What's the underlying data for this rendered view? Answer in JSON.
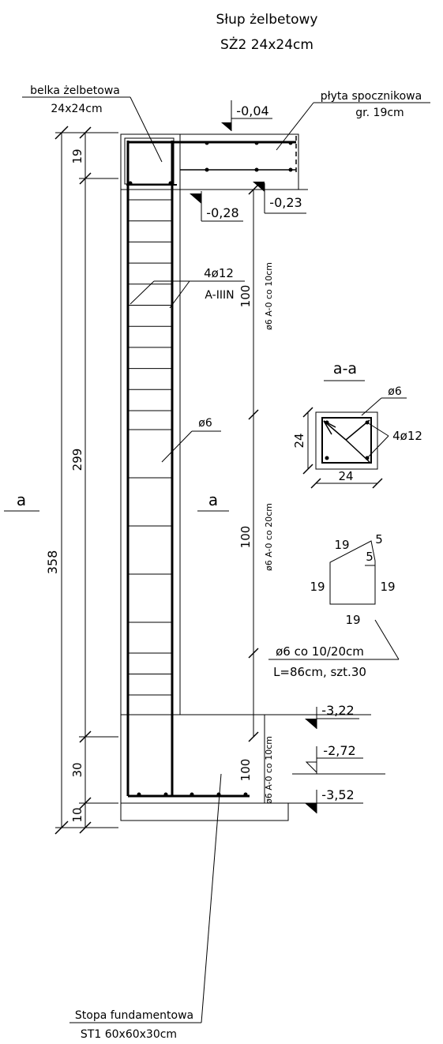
{
  "title": {
    "line1": "Słup żelbetowy",
    "line2": "SŻ2 24x24cm"
  },
  "labels": {
    "beam_name": "belka żelbetowa",
    "beam_size": "24x24cm",
    "slab_name": "płyta spocznikowa",
    "slab_thickness": "gr. 19cm",
    "main_rebar_count": "4ø12",
    "main_rebar_steel": "A-IIIN",
    "stirrup_diameter": "ø6",
    "footing_name": "Stopa fundamentowa",
    "footing_size": "ST1 60x60x30cm"
  },
  "elevations": {
    "e1": "-0,04",
    "e2": "-0,28",
    "e3": "-0,23",
    "e4": "-2,72",
    "e5": "-3,22",
    "e6": "-3,52"
  },
  "dimensions": {
    "total": "358",
    "column": "299",
    "top": "19",
    "footing": "30",
    "bottom": "10",
    "zone_top": "100",
    "zone_mid": "100",
    "zone_bottom": "100",
    "zone_top_note": "ø6 A-0 co 10cm",
    "zone_mid_note": "ø6 A-0 co 20cm",
    "zone_bottom_note": "ø6 A-0 co 10cm"
  },
  "section": {
    "mark_left": "a",
    "mark_right": "a",
    "title": "a-a",
    "stirrup": "ø6",
    "bars": "4ø12",
    "width": "24",
    "height": "24"
  },
  "stirrup_shape": {
    "top": "19",
    "hook1": "5",
    "hook2": "5",
    "left": "19",
    "right": "19",
    "bottom": "19",
    "note1": "ø6 co 10/20cm",
    "note2": "L=86cm, szt.30"
  }
}
